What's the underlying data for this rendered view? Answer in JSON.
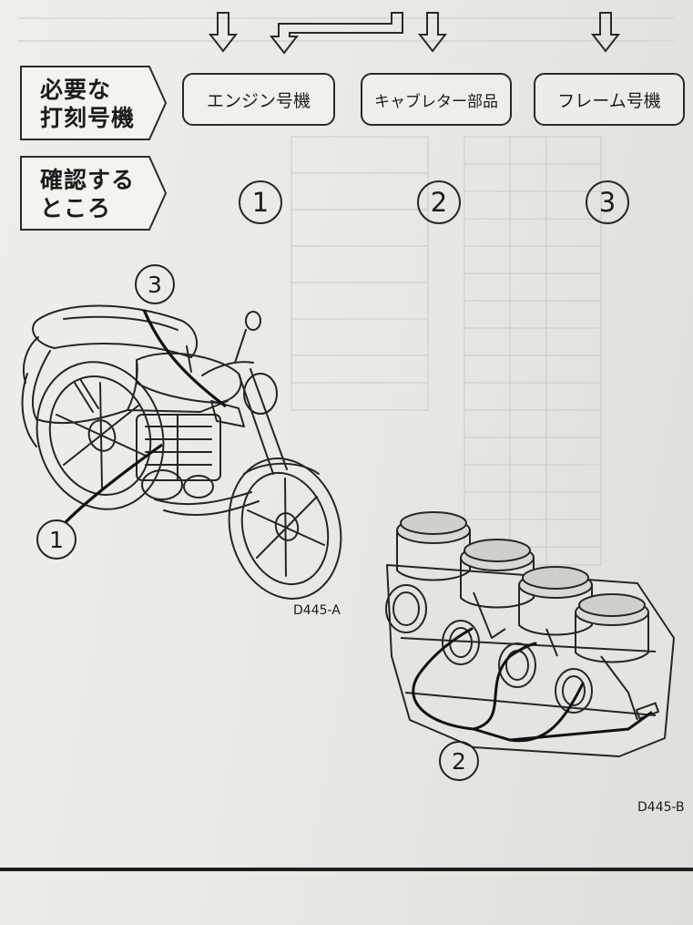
{
  "labels": {
    "required_numbers": "必要な\n打刻号機",
    "check_location": "確認する\nところ"
  },
  "number_types": [
    {
      "label": "エンジン号機",
      "index": "1"
    },
    {
      "label": "キャブレター部品",
      "index": "2"
    },
    {
      "label": "フレーム号機",
      "index": "3"
    }
  ],
  "figures": {
    "motorcycle": {
      "code": "D445-A",
      "callouts": [
        "1",
        "3"
      ]
    },
    "carburetor": {
      "code": "D445-B",
      "callouts": [
        "2"
      ]
    }
  },
  "colors": {
    "ink": "#222222",
    "paper": "#eeeeea",
    "tag_fill": "#f3f3ef"
  }
}
